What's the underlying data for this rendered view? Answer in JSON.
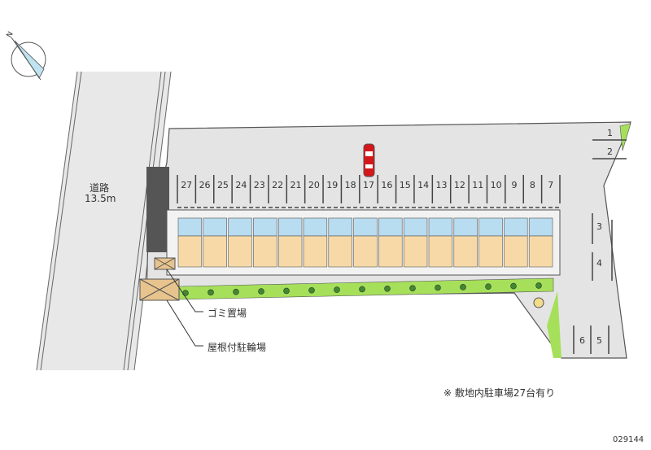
{
  "road": {
    "name": "道路",
    "width": "13.5m"
  },
  "compass": {
    "north_label": "N"
  },
  "parking_top_row": [
    "27",
    "26",
    "25",
    "24",
    "23",
    "22",
    "21",
    "20",
    "19",
    "18",
    "17",
    "16",
    "15",
    "14",
    "13",
    "12",
    "11",
    "10",
    "9",
    "8",
    "7"
  ],
  "parking_right": {
    "s1": "1",
    "s2": "2",
    "s3": "3",
    "s4": "4",
    "s5": "5",
    "s6": "6"
  },
  "unit_count": 15,
  "legend": {
    "garbage": "ゴミ置場",
    "bike": "屋根付駐輪場"
  },
  "note": "※ 敷地内駐車場27台有り",
  "code": "029144",
  "colors": {
    "lot": "#e4e4e4",
    "road": "#e8e8e8",
    "green": "#a6e05a",
    "unit_top": "#b8dcf0",
    "unit_bottom": "#f7d9a8",
    "bike": "#e7c48e",
    "car": "#d4171a"
  }
}
